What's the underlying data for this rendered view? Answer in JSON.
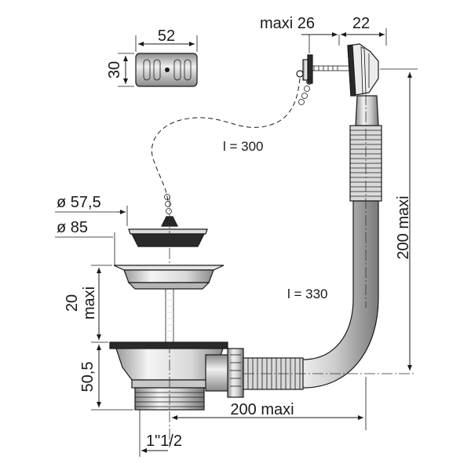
{
  "labels": {
    "plate_width": "52",
    "plate_height": "30",
    "overflow_max": "maxi 26",
    "overflow_depth": "22",
    "chain_length": "l = 300",
    "stopper_dia": "ø 57,5",
    "strainer_dia": "ø 85",
    "body_height": "20",
    "body_height_max": "maxi",
    "outlet_height": "50,5",
    "hose_length": "l = 330",
    "horizontal_max": "200 maxi",
    "vertical_max": "200 maxi",
    "thread": "1\"1/2"
  },
  "colors": {
    "ink": "#1a1a1a",
    "metal_light": "#e6e6e6",
    "metal_mid": "#bdbdbd",
    "metal_dark": "#7a7a7a",
    "rubber": "#2a2a2a"
  }
}
